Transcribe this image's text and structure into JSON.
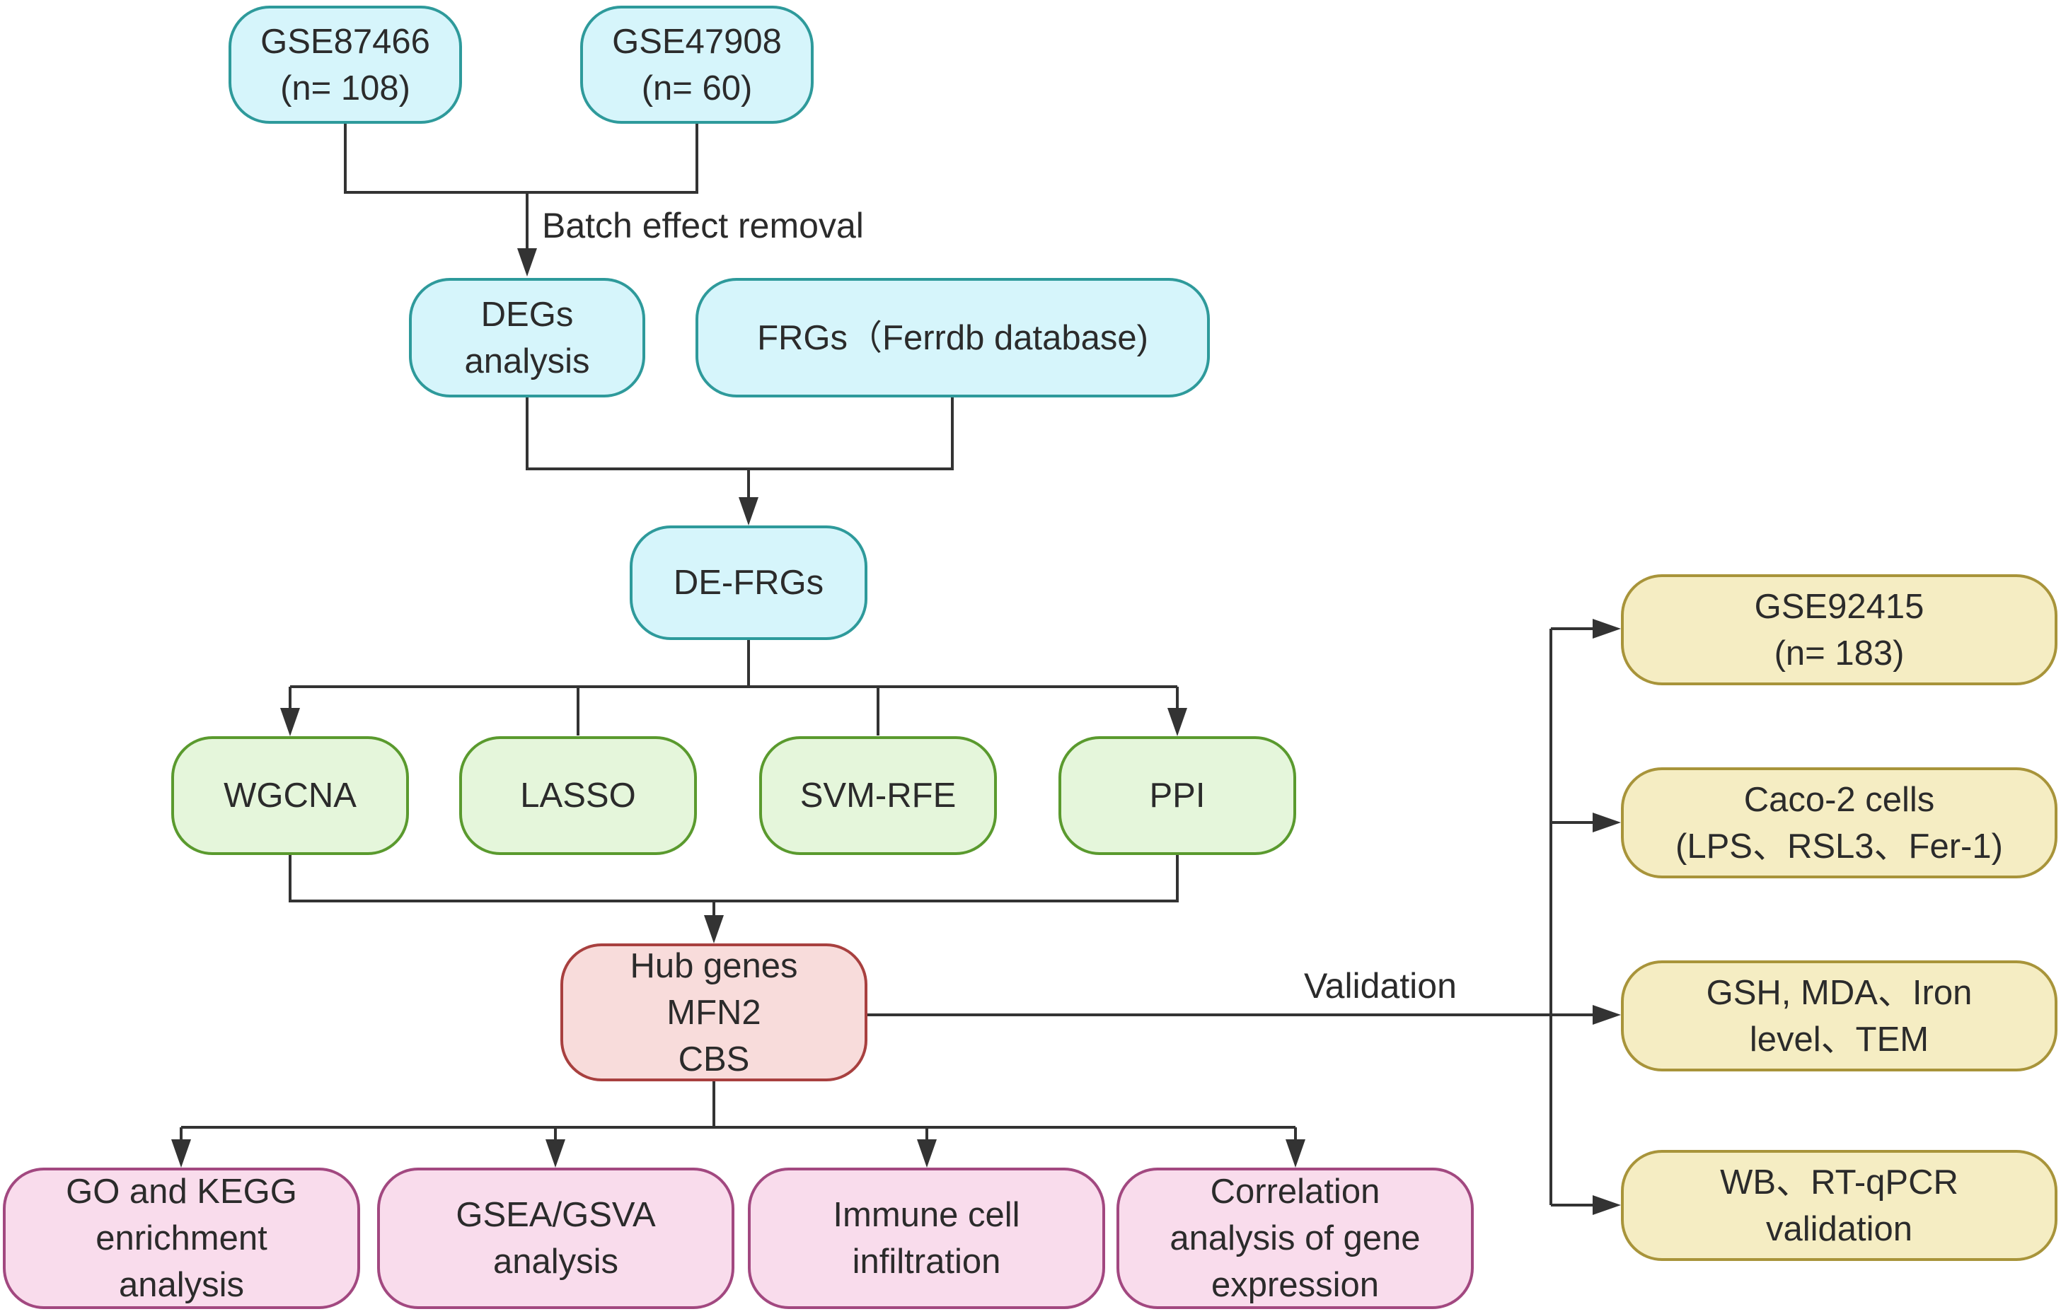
{
  "nodes": {
    "gse87466": [
      "GSE87466",
      "(n= 108)"
    ],
    "gse47908": [
      "GSE47908",
      "(n= 60)"
    ],
    "degs": [
      "DEGs",
      "analysis"
    ],
    "frgs": [
      "FRGs（Ferrdb database)"
    ],
    "defrgs": [
      "DE-FRGs"
    ],
    "wgcna": [
      "WGCNA"
    ],
    "lasso": [
      "LASSO"
    ],
    "svmrfe": [
      "SVM-RFE"
    ],
    "ppi": [
      "PPI"
    ],
    "hub": [
      "Hub genes",
      "MFN2",
      "CBS"
    ],
    "go": [
      "GO and KEGG",
      "enrichment",
      "analysis"
    ],
    "gsea": [
      "GSEA/GSVA",
      "analysis"
    ],
    "immune": [
      "Immune cell",
      "infiltration"
    ],
    "correlation": [
      "Correlation",
      "analysis of  gene",
      "expression"
    ],
    "gse92415": [
      "GSE92415",
      "(n= 183)"
    ],
    "caco2": [
      "Caco-2 cells",
      "(LPS、RSL3、Fer-1)"
    ],
    "gsh": [
      "GSH, MDA、Iron",
      "level、TEM"
    ],
    "wb": [
      "WB、RT-qPCR",
      "validation"
    ]
  },
  "edge_labels": {
    "batch": "Batch effect removal",
    "validation": "Validation"
  },
  "colors": {
    "line": "#333333",
    "blue_fill": "#d6f5fb",
    "blue_border": "#2e9a9b",
    "green_fill": "#e5f6db",
    "green_border": "#5a9a2e",
    "red_fill": "#f8dcdb",
    "red_border": "#a8403f",
    "pink_fill": "#f9dcec",
    "pink_border": "#a24880",
    "yellow_fill": "#f5edc3",
    "yellow_border": "#a8943a"
  }
}
